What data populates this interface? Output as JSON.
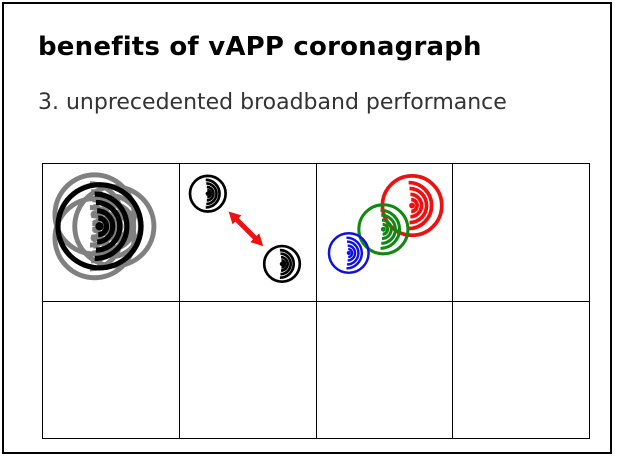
{
  "slide": {
    "title": "benefits of vAPP coronagraph",
    "subtitle": "3. unprecedented broadband performance"
  },
  "colors": {
    "gray": "#808080",
    "black": "#000000",
    "arrow": "#ee1111",
    "red": "#ee1111",
    "green": "#118811",
    "blue": "#1111dd"
  },
  "grid": {
    "rows": 2,
    "columns": 4
  },
  "cells": [
    {
      "content": "overlapping-gray-and-black-psf-icons"
    },
    {
      "content": "two-black-psf-icons-with-red-double-arrow"
    },
    {
      "content": "red-green-blue-psf-icons-diagonal"
    },
    {
      "content": "empty"
    },
    {
      "content": "empty"
    },
    {
      "content": "empty"
    },
    {
      "content": "empty"
    },
    {
      "content": "empty"
    }
  ]
}
